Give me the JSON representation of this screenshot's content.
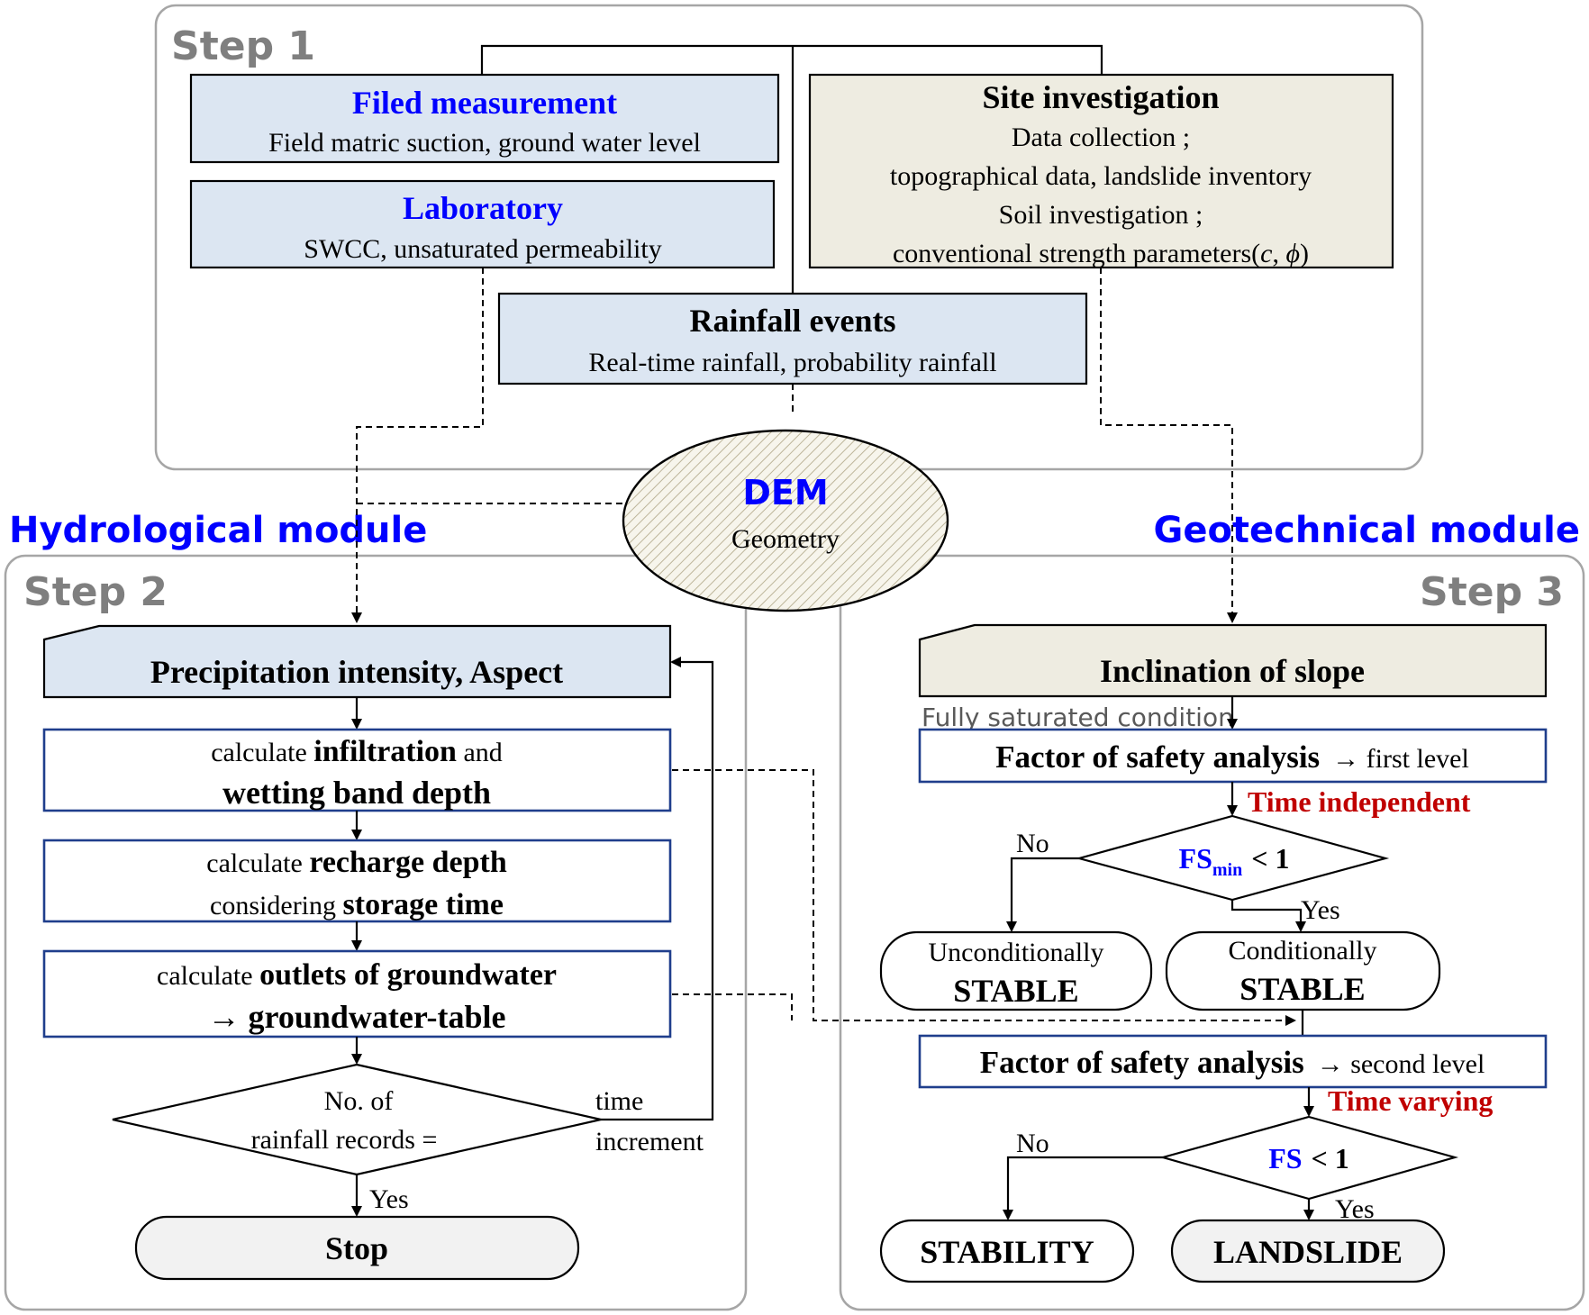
{
  "steps": {
    "step1": "Step 1",
    "step2": "Step 2",
    "step3": "Step 3"
  },
  "modules": {
    "hydrological": "Hydrological module",
    "geotechnical": "Geotechnical module"
  },
  "step1": {
    "filed_measurement": {
      "title": "Filed measurement",
      "detail": "Field  matric  suction,  ground  water  level"
    },
    "laboratory": {
      "title": "Laboratory",
      "detail": "SWCC,  unsaturated  permeability"
    },
    "site_investigation": {
      "title": "Site investigation",
      "line1": "Data  collection  ;",
      "line2": "topographical  data,  landslide  inventory",
      "line3": "Soil  investigation  ;",
      "line4_prefix": "conventional  strength  parameters(",
      "line4_c": "c",
      "line4_sep": ", ",
      "line4_phi": "ϕ",
      "line4_suffix": ")"
    },
    "rainfall_events": {
      "title": "Rainfall events",
      "detail": "Real-time  rainfall,  probability  rainfall"
    }
  },
  "dem": {
    "title": "DEM",
    "subtitle": "Geometry"
  },
  "step2": {
    "precipitation": "Precipitation intensity, Aspect",
    "infiltration": {
      "pre": "calculate ",
      "bold": "infiltration",
      "post": " and",
      "line2": "wetting band depth"
    },
    "recharge": {
      "pre": "calculate ",
      "bold": "recharge depth",
      "line2_pre": "considering ",
      "line2_bold": "storage time"
    },
    "outlets": {
      "pre": "calculate ",
      "bold": "outlets of groundwater",
      "line2": "→ groundwater-table"
    },
    "decision": {
      "line1": "No.  of",
      "line2": "rainfall  records  ="
    },
    "time_label": "time",
    "increment_label": "increment",
    "yes_label": "Yes",
    "stop": "Stop"
  },
  "step3": {
    "inclination": "Inclination of slope",
    "fully_saturated": "Fully saturated condition",
    "fs_first": {
      "bold": "Factor of safety analysis",
      "post": "→ first level"
    },
    "time_independent": "Time independent",
    "decision1": {
      "fs": "FS",
      "sub": "min",
      "cmp": "< 1",
      "no": "No",
      "yes": "Yes"
    },
    "unconditionally": "Unconditionally",
    "conditionally": "Conditionally",
    "stable": "STABLE",
    "fs_second": {
      "bold": "Factor of safety analysis",
      "post": "→ second level"
    },
    "time_varying": "Time varying",
    "decision2": {
      "fs": "FS",
      "cmp": "< 1",
      "no": "No",
      "yes": "Yes"
    },
    "stability": "STABILITY",
    "landslide": "LANDSLIDE"
  }
}
